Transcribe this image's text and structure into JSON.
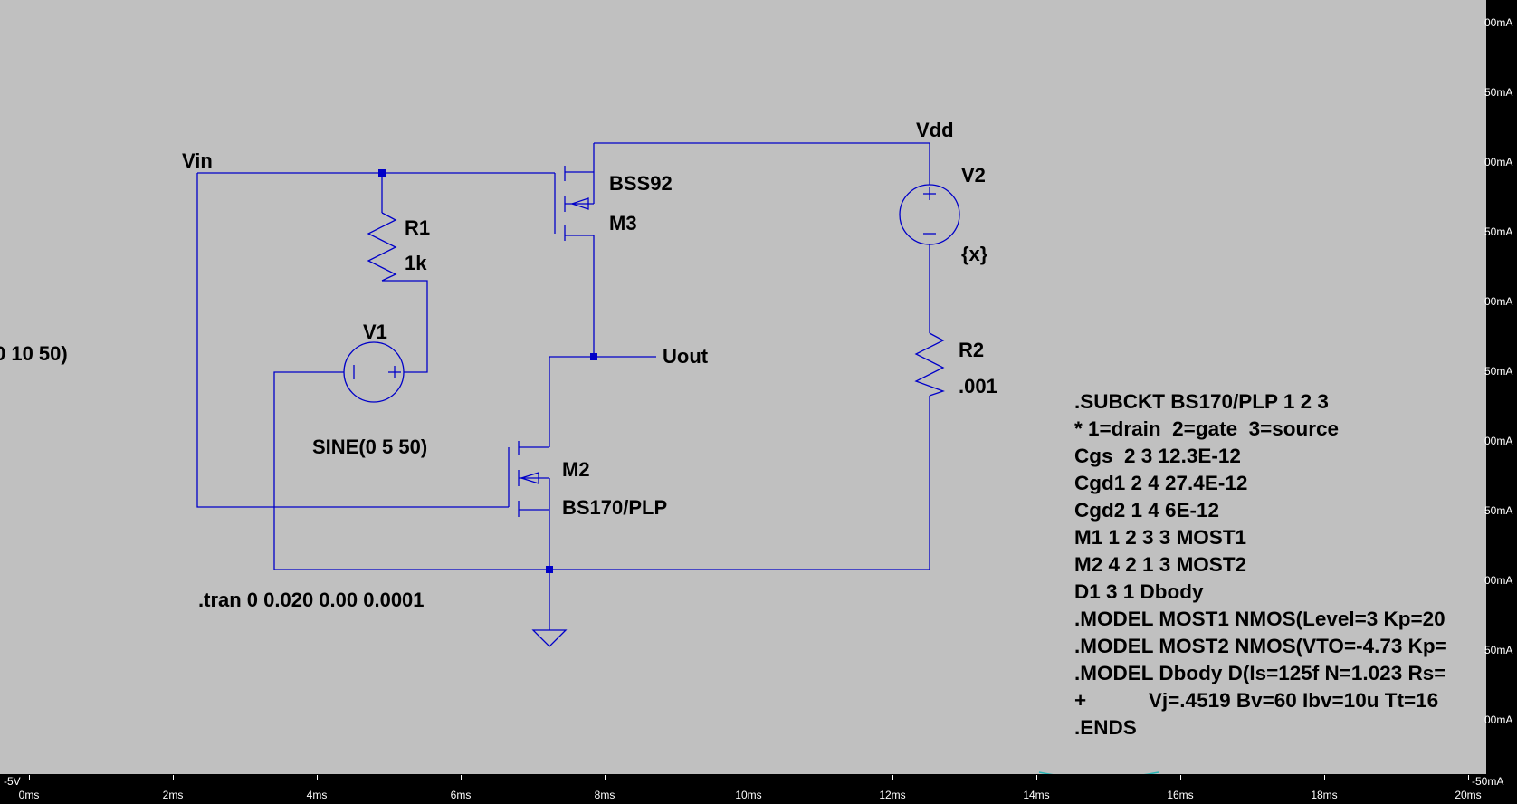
{
  "circuit": {
    "nets": {
      "vin": "Vin",
      "vdd": "Vdd",
      "uout": "Uout"
    },
    "r1": {
      "name": "R1",
      "value": "1k"
    },
    "r2": {
      "name": "R2",
      "value": ".001"
    },
    "v1": {
      "name": "V1",
      "value": "SINE(0 5 50)"
    },
    "v2": {
      "name": "V2",
      "value": "{x}"
    },
    "m3": {
      "name": "M3",
      "model": "BSS92"
    },
    "m2": {
      "name": "M2",
      "model": "BS170/PLP"
    },
    "tran": ".tran 0 0.020 0.00 0.0001",
    "left_clip": "0 10 50)"
  },
  "spice_lines": [
    ".SUBCKT BS170/PLP 1 2 3",
    "* 1=drain  2=gate  3=source",
    "Cgs  2 3 12.3E-12",
    "Cgd1 2 4 27.4E-12",
    "Cgd2 1 4 6E-12",
    "M1 1 2 3 3 MOST1",
    "M2 4 2 1 3 MOST2",
    "D1 3 1 Dbody",
    ".MODEL MOST1 NMOS(Level=3 Kp=20",
    ".MODEL MOST2 NMOS(VTO=-4.73 Kp=",
    ".MODEL Dbody D(Is=125f N=1.023 Rs=",
    "+           Vj=.4519 Bv=60 Ibv=10u Tt=16",
    ".ENDS"
  ],
  "axes": {
    "x_ticks": [
      "0ms",
      "2ms",
      "4ms",
      "6ms",
      "8ms",
      "10ms",
      "12ms",
      "14ms",
      "16ms",
      "18ms",
      "20ms"
    ],
    "y_left_bottom": "-5V",
    "y_right_bottom": "-50mA",
    "y_right_ticks": [
      "00mA",
      "50mA",
      "00mA",
      "50mA",
      "00mA",
      "50mA",
      "00mA",
      "50mA",
      "00mA",
      "50mA",
      "00mA"
    ]
  },
  "colors": {
    "background": "#c0c0c0",
    "wire": "#0000c8",
    "axis": "#000000",
    "trace": "#2ab5b5"
  }
}
